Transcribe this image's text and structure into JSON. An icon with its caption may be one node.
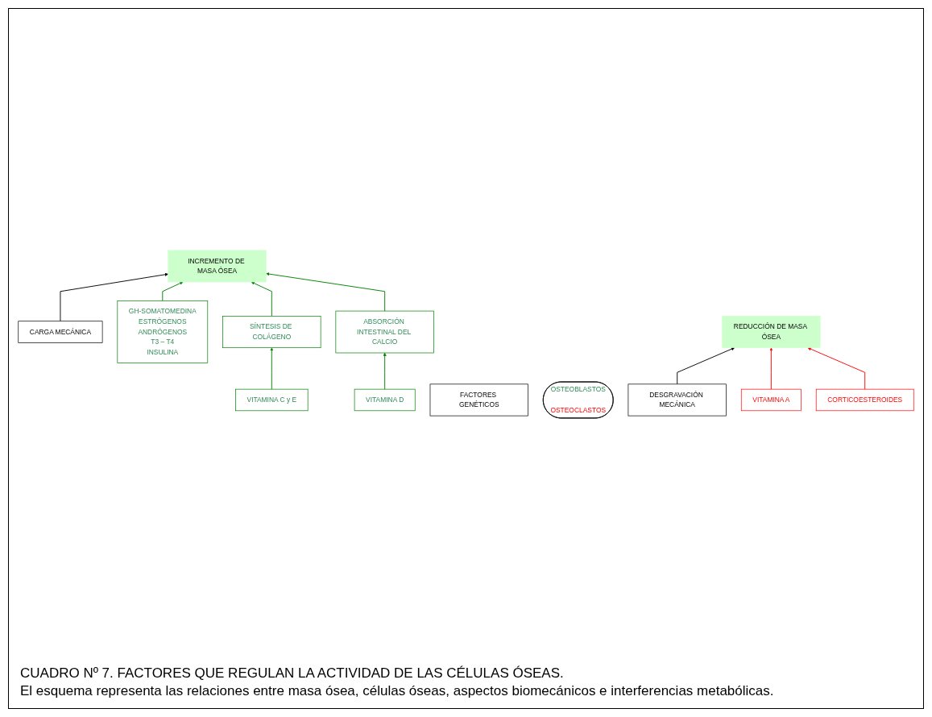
{
  "diagram": {
    "caption": "CUADRO Nº 7. FACTORES QUE REGULAN LA ACTIVIDAD DE LAS CÉLULAS ÓSEAS.",
    "nodes": [
      {
        "text": [
          "CARGA MECÁNICA"
        ]
      },
      {
        "text": [
          "FACTORES GENÉTICOS"
        ]
      },
      {
        "text": [
          "DESGRAVACIÓN MECÁNICA"
        ]
      },
      {
        "text": [
          "INCREMENTO DE MASA ÓSEA"
        ]
      },
      {
        "text": [
          "OSTEOBLASTOS",
          "OSTEOCLASTOS"
        ]
      },
      {
        "text": [
          "REDUCCIÓN DE MASA ÓSEA"
        ]
      },
      {
        "text": [
          "SÍNTESIS DE COLÁGENO"
        ]
      },
      {
        "text": [
          "VITAMINA A"
        ]
      },
      {
        "text": [
          "CORTICOESTEROIDES"
        ]
      },
      {
        "text": [
          "GH-SOMATOMEDINA",
          "ESTRÓGENOS",
          "ANDRÓGENOS",
          "T3 – T4",
          "INSULINA"
        ]
      },
      {
        "text": [
          "VITAMINA C y E"
        ]
      },
      {
        "text": [
          "ABSORCIÓN INTESTINAL DEL CALCIO"
        ]
      },
      {
        "text": [
          "VITAMINA D"
        ]
      }
    ],
    "edges": [
      {
        "from": 0,
        "to": 3,
        "arrow": "to",
        "color": "#000000"
      },
      {
        "from": 2,
        "to": 5,
        "arrow": "to",
        "color": "#000000"
      },
      {
        "from": 9,
        "to": 3,
        "arrow": "to"
      },
      {
        "from": 6,
        "to": 3,
        "arrow": "to"
      },
      {
        "from": 11,
        "to": 3,
        "arrow": "to"
      },
      {
        "from": 7,
        "to": 5,
        "arrow": "to",
        "color": "#ff0000"
      },
      {
        "from": 8,
        "to": 5,
        "arrow": "to",
        "color": "#ff0000"
      },
      {
        "from": 10,
        "to": 6,
        "arrow": "to"
      },
      {
        "from": 12,
        "to": 11,
        "arrow": "to"
      }
    ],
    "labels": [
      "El esquema representa las relaciones entre masa ósea, células óseas, aspectos biomecánicos e interferencias metabólicas."
    ]
  }
}
